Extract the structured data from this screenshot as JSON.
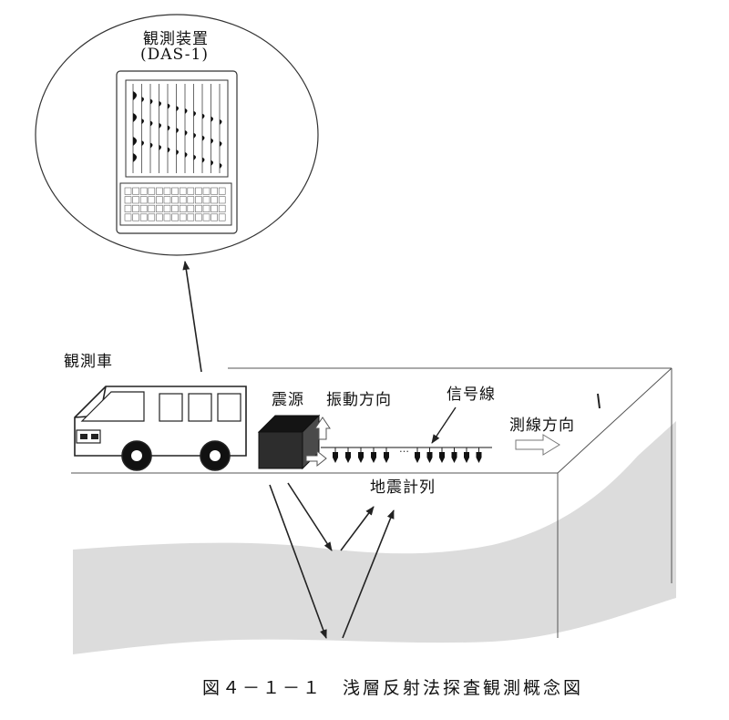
{
  "device": {
    "title": "観測装置",
    "model": "(DAS-1)"
  },
  "labels": {
    "vehicle": "観測車",
    "source": "震源",
    "vibration_direction": "振動方向",
    "signal_cable": "信号線",
    "line_direction": "測線方向",
    "geophone_array": "地震計列"
  },
  "caption": "図４－１－１　浅層反射法探査観測概念図",
  "colors": {
    "line": "#222222",
    "source_front": "#2d2d2d",
    "source_top": "#141414",
    "source_side": "#4a4a4a",
    "reflector": "#d6d6d6"
  },
  "icons": [
    "seismograph-screen-icon",
    "keyboard-icon",
    "truck-icon",
    "geophone-icon",
    "arrow-icon"
  ]
}
